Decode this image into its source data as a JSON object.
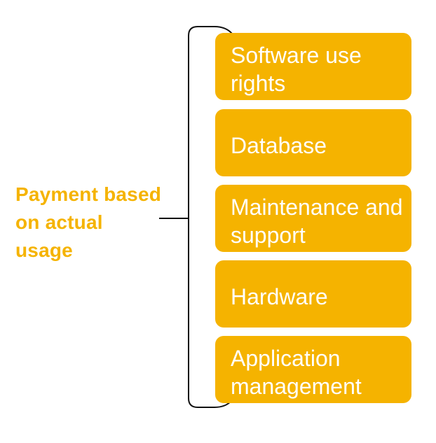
{
  "diagram": {
    "label": "Payment based on actual usage",
    "items": [
      "Software use rights",
      "Database",
      "Maintenance and support",
      "Hardware",
      "Application management"
    ],
    "colors": {
      "accent": "#F5B300",
      "text_on_accent": "#FFFFFF",
      "lines": "#111111"
    }
  }
}
